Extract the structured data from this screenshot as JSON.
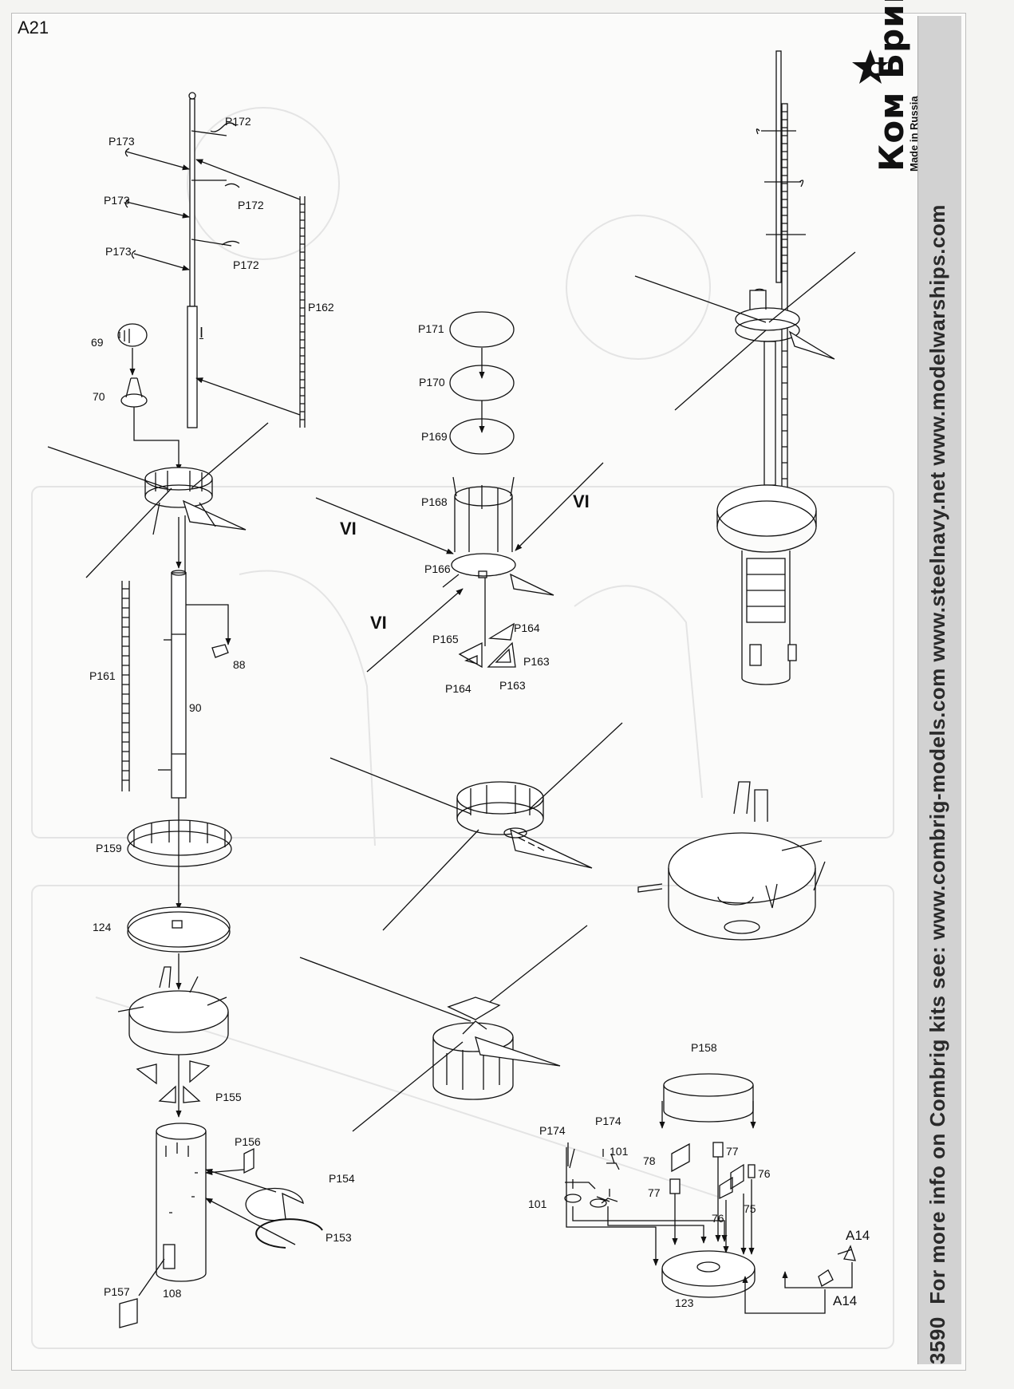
{
  "page": {
    "id": "A21",
    "number": "21",
    "brand": "Ком Бриг",
    "made_in": "Made in Russia",
    "footer_kit": "3590",
    "footer_text": "For more info on Combrig kits see: www.combrig-models.com www.steelnavy.net www.modelwarships.com"
  },
  "labels": {
    "p173a": "P173",
    "p173b": "P173",
    "p173c": "P173",
    "p172a": "P172",
    "p172b": "P172",
    "p172c": "P172",
    "p162": "P162",
    "roman1": "I",
    "n69": "69",
    "n70": "70",
    "n88": "88",
    "n90": "90",
    "p161": "P161",
    "p159": "P159",
    "n124": "124",
    "p155": "P155",
    "p156": "P156",
    "p154": "P154",
    "p153": "P153",
    "p157": "P157",
    "n108": "108",
    "p171": "P171",
    "p170": "P170",
    "p169": "P169",
    "p168": "P168",
    "p166": "P166",
    "vi1": "VI",
    "vi2": "VI",
    "vi3": "VI",
    "p165": "P165",
    "p164a": "P164",
    "p164b": "P164",
    "p163a": "P163",
    "p163b": "P163",
    "p158": "P158",
    "p174a": "P174",
    "p174b": "P174",
    "n101a": "101",
    "n101b": "101",
    "n78": "78",
    "n77a": "77",
    "n77b": "77",
    "n76a": "76",
    "n76b": "76",
    "n75": "75",
    "n123": "123",
    "a14a": "A14",
    "a14b": "A14"
  }
}
